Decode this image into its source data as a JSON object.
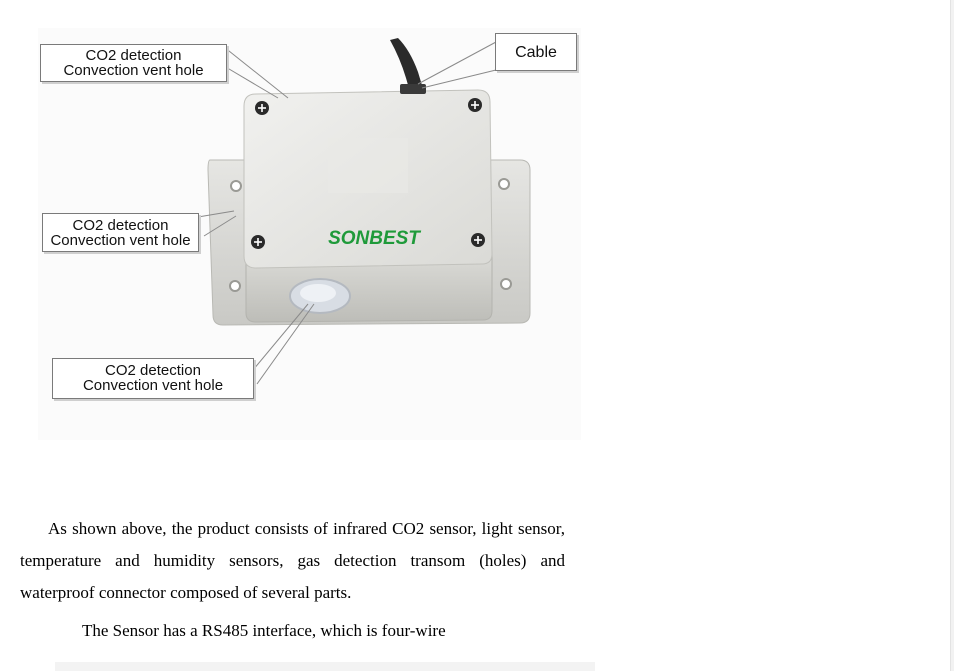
{
  "figure": {
    "callouts": [
      {
        "line1": "CO2 detection",
        "line2": "Convection vent hole"
      },
      {
        "line1": "CO2 detection",
        "line2": "Convection vent hole"
      },
      {
        "line1": "CO2 detection",
        "line2": "Convection vent hole"
      },
      {
        "line1": "Cable"
      }
    ],
    "brand_logo": "SONBEST"
  },
  "body": {
    "paragraph_1": "As shown above, the product consists of infrared CO2 sensor, light sensor, temperature and humidity sensors, gas detection transom (holes) and waterproof connector composed of several parts.",
    "paragraph_2": "The Sensor has a RS485 interface, which is four-wire"
  }
}
